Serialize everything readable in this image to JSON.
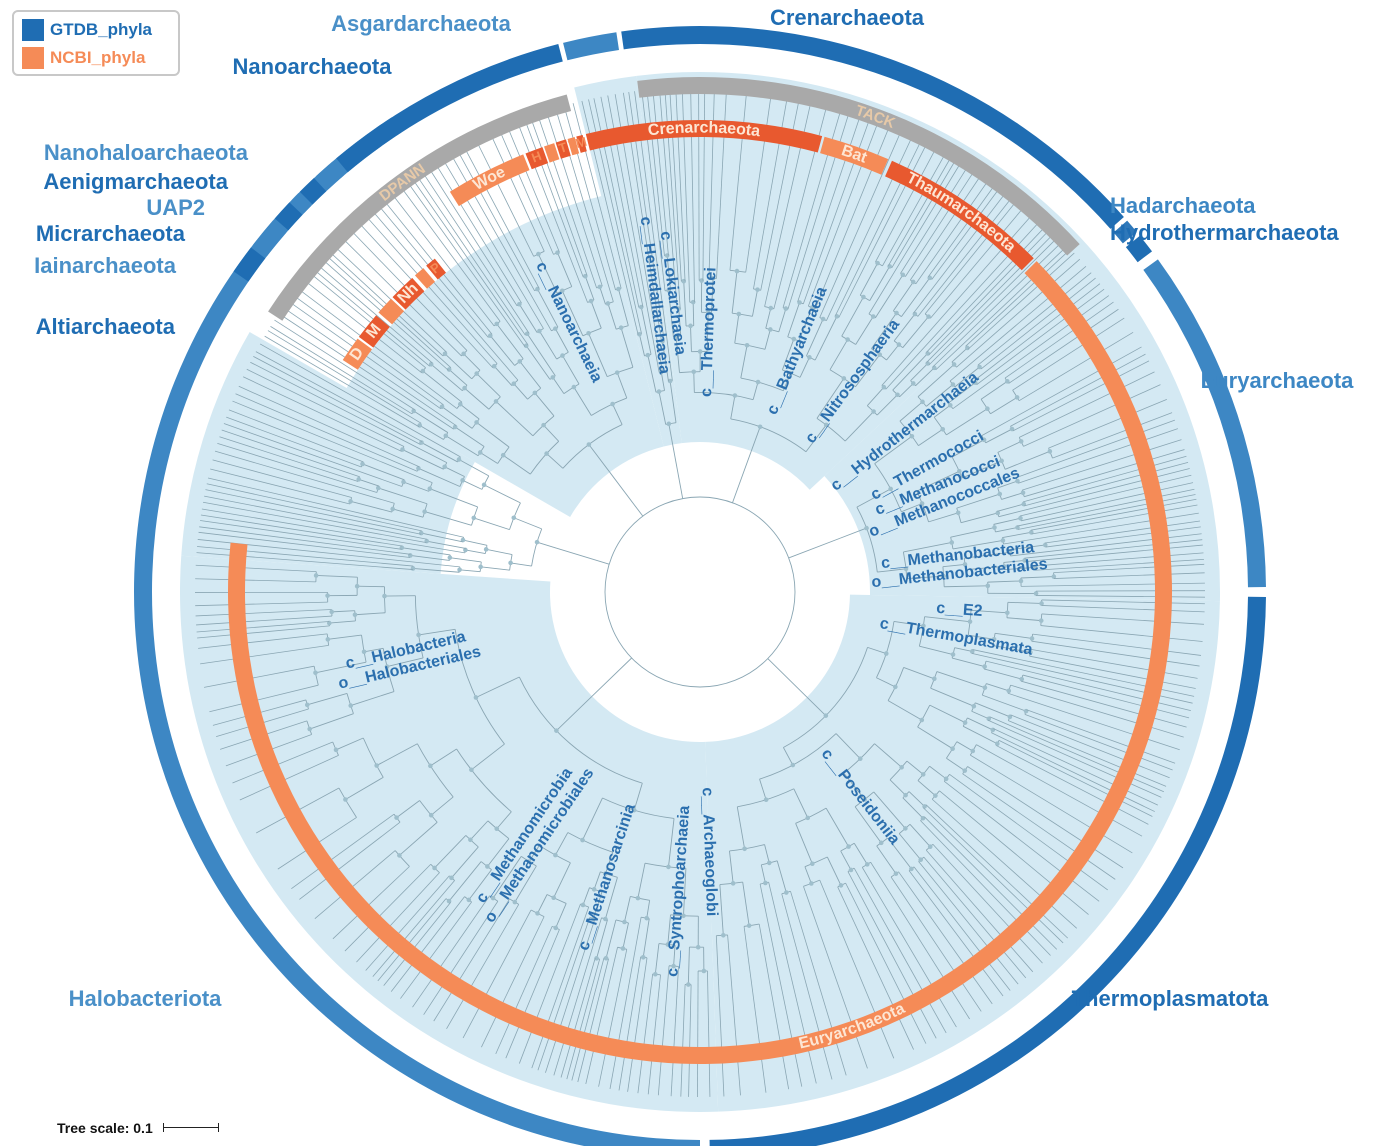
{
  "colors": {
    "gtdb": "#1f6db3",
    "ncbi": "#f58b57",
    "ncbi_dark": "#e8592f",
    "group": "#a9a9a9",
    "clade_fill": "#d4e9f3",
    "class_label": "#2b6fae",
    "branch": "#8aa6b3"
  },
  "legend": [
    {
      "label": "GTDB_phyla",
      "color": "#1f6db3"
    },
    {
      "label": "NCBI_phyla",
      "color": "#f58b57"
    }
  ],
  "tree_scale": {
    "label": "Tree scale: 0.1"
  },
  "gtdb_phyla": [
    {
      "name": "Crenarchaeota",
      "color": "#1f6db3",
      "start": 352,
      "end": 48.5
    },
    {
      "name": "Hadarchaeota",
      "color": "#2e78ba",
      "start": 49,
      "end": 50.5
    },
    {
      "name": "Hydrothermarchaeota",
      "color": "#1f6db3",
      "start": 51,
      "end": 53
    },
    {
      "name": "Euryarchaeota",
      "color": "#3d87c4",
      "start": 54,
      "end": 89.5
    },
    {
      "name": "Thermoplasmatota",
      "color": "#1f6db3",
      "start": 90.5,
      "end": 179
    },
    {
      "name": "Halobacteriota",
      "color": "#3d87c4",
      "start": 180,
      "end": 327
    },
    {
      "name": "Altiarchaeota",
      "color": "#1f6db3",
      "start": 304.5,
      "end": 307.5
    },
    {
      "name": "Iainarchaeota",
      "color": "#3d87c4",
      "start": 307.8,
      "end": 311
    },
    {
      "name": "Micrarchaeota",
      "color": "#1f6db3",
      "start": 311.3,
      "end": 313.5
    },
    {
      "name": "UAP2",
      "color": "#3d87c4",
      "start": 313.8,
      "end": 314.8
    },
    {
      "name": "Aenigmarchaeota",
      "color": "#1f6db3",
      "start": 315,
      "end": 317
    },
    {
      "name": "Nanohaloarchaeota",
      "color": "#3d87c4",
      "start": 317.3,
      "end": 319.5
    },
    {
      "name": "Nanoarchaeota",
      "color": "#1f6db3",
      "start": 320,
      "end": 345.5
    },
    {
      "name": "Asgardarchaeota",
      "color": "#3d87c4",
      "start": 346,
      "end": 351.5
    }
  ],
  "group_ring": [
    {
      "name": "DPANN",
      "start": 303,
      "end": 345
    },
    {
      "name": "TACK",
      "start": 353,
      "end": 47.5
    }
  ],
  "ncbi_phyla": [
    {
      "name": "Woe",
      "start": 328,
      "end": 338,
      "color": "#f58b57"
    },
    {
      "name": "H",
      "start": 338.3,
      "end": 340.5,
      "color": "#e8592f"
    },
    {
      "name": "L",
      "start": 340.7,
      "end": 342,
      "color": "#f58b57"
    },
    {
      "name": "T",
      "start": 342.2,
      "end": 343.5,
      "color": "#e8592f"
    },
    {
      "name": "V",
      "start": 343.7,
      "end": 344.6,
      "color": "#f58b57"
    },
    {
      "name": "M",
      "start": 344.8,
      "end": 345.6,
      "color": "#e8592f"
    },
    {
      "name": "Crenarchaeota",
      "start": 346,
      "end": 15,
      "color": "#e8592f"
    },
    {
      "name": "Bat",
      "start": 15.3,
      "end": 23.5,
      "color": "#f58b57"
    },
    {
      "name": "Thaumarchaeota",
      "start": 24,
      "end": 45,
      "color": "#e8592f"
    },
    {
      "name": "Euryarchaeota",
      "start": 45.5,
      "end": 276,
      "color": "#f58b57"
    },
    {
      "name": "D",
      "start": 303,
      "end": 306.5,
      "color": "#f58b57"
    },
    {
      "name": "M",
      "start": 306.8,
      "end": 310.5,
      "color": "#e8592f"
    },
    {
      "name": "A",
      "start": 311,
      "end": 313.5,
      "color": "#f58b57"
    },
    {
      "name": "Nh",
      "start": 313.8,
      "end": 317.5,
      "color": "#e8592f"
    },
    {
      "name": "N",
      "start": 318,
      "end": 319.5,
      "color": "#f58b57"
    },
    {
      "name": "P",
      "start": 320,
      "end": 321.5,
      "color": "#e8592f"
    }
  ],
  "classes": [
    {
      "line1": "c__Nanoarchaeia",
      "line2": "",
      "angle": 334
    },
    {
      "line1": "c__Lokiarchaeia",
      "line2": "c__Heimdallarchaeia",
      "angle": 353
    },
    {
      "line1": "c__Thermoprotei",
      "line2": "",
      "angle": 2
    },
    {
      "line1": "c__Bathyarchaeia",
      "line2": "",
      "angle": 22
    },
    {
      "line1": "c__Nitrososphaeria",
      "line2": "",
      "angle": 36
    },
    {
      "line1": "c__Hydrothermarchaeia",
      "line2": "",
      "angle": 52
    },
    {
      "line1": "c__Thermococci",
      "line2": "",
      "angle": 61
    },
    {
      "line1": "c__Methanococci",
      "line2": "o__Methanococcales",
      "angle": 68
    },
    {
      "line1": "c__Methanobacteria",
      "line2": "o__Methanobacteriales",
      "angle": 84
    },
    {
      "line1": "c__E2",
      "line2": "",
      "angle": 94
    },
    {
      "line1": "c__Thermoplasmata",
      "line2": "",
      "angle": 100
    },
    {
      "line1": "c__Poseidoniia",
      "line2": "",
      "angle": 142
    },
    {
      "line1": "c__Archaeoglobi",
      "line2": "",
      "angle": 178
    },
    {
      "line1": "c__Syntrophoarchaeia",
      "line2": "",
      "angle": 184
    },
    {
      "line1": "c__Methanosarcinia",
      "line2": "",
      "angle": 198
    },
    {
      "line1": "c__Methanomicrobia",
      "line2": "o__Methanomicrobiales",
      "angle": 214
    },
    {
      "line1": "c__Halobacteria",
      "line2": "o__Halobacteriales",
      "angle": 257
    }
  ]
}
